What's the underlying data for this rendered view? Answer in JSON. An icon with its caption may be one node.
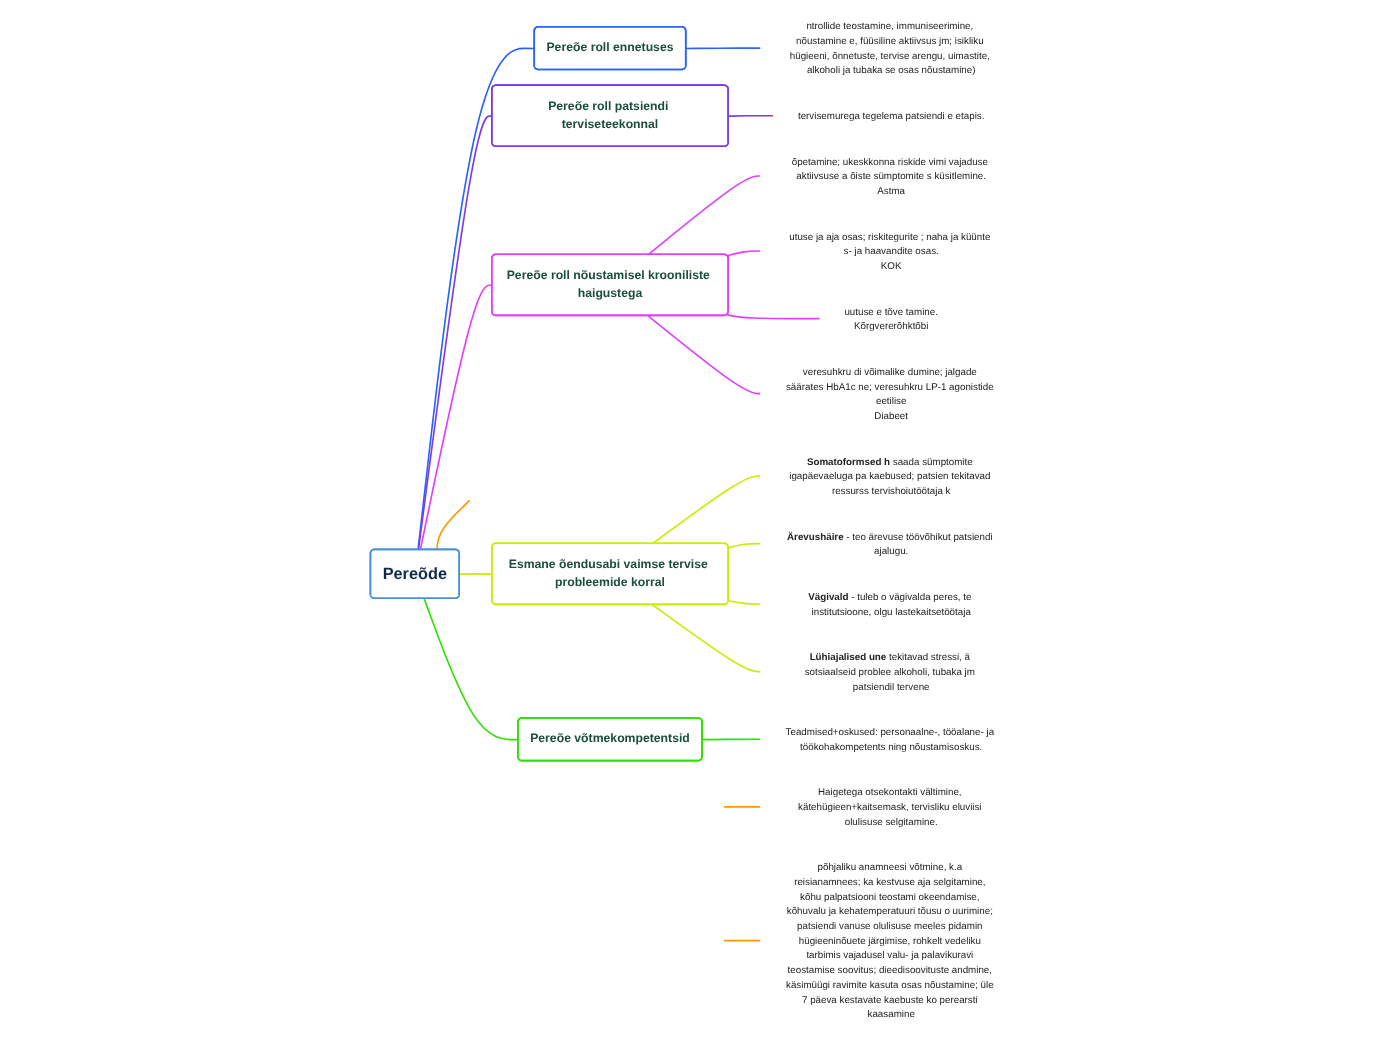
{
  "diagram": {
    "nodes": [
      {
        "text": [
          "Pereõde"
        ]
      },
      {
        "text": [
          "Pereõe roll ennetuses"
        ]
      },
      {
        "text": [
          "ntrollide teostamine, immuniseerimine, nõustamine e, füüsiline aktiivsus jm; isikliku hügieeni, õnnetuste, tervise arengu, uimastite, alkoholi ja tubaka se osas nõustamine)"
        ]
      },
      {
        "text": [
          "Pereõe roll patsiendi terviseteekonnal"
        ]
      },
      {
        "text": [
          "tervisemurega tegelema patsiendi e etapis."
        ]
      },
      {
        "text": [
          "Pereõe roll nõustamisel krooniliste haigustega"
        ]
      },
      {
        "text": [
          "õpetamine; ukeskkonna riskide vimi vajaduse aktiivsuse a õiste sümptomite s küsitlemine.",
          "Astma"
        ]
      },
      {
        "text": [
          "utuse ja aja osas; riskitegurite ; naha ja küünte s- ja haavandite osas.",
          "KOK"
        ]
      },
      {
        "text": [
          "uutuse e tõve tamine.",
          "Kõrgvererõhktõbi"
        ]
      },
      {
        "text": [
          "veresuhkru di võimalike dumine; jalgade säärates HbA1c ne; veresuhkru LP-1 agonistide eetilise",
          "Diabeet"
        ]
      },
      {
        "text": [
          "Esmane õendusabi vaimse tervise probleemide korral"
        ]
      },
      {
        "text": [
          "**Somatoformsed h** saada sümptomite igapäevaeluga pa kaebused; patsien tekitavad ressurss tervishoiutöötaja k"
        ]
      },
      {
        "text": [
          "**Ärevushäire** - teo ärevuse töövõhikut patsiendi ajalugu."
        ]
      },
      {
        "text": [
          "**Vägivald** - tuleb o vägivalda peres, te institutsioone, olgu lastekaitsetöötaja"
        ]
      },
      {
        "text": [
          "**Lühiajalised une** tekitavad stressi, ä sotsiaalseid problee alkoholi, tubaka jm patsiendil tervene"
        ]
      },
      {
        "text": [
          "Pereõe võtmekompetentsid"
        ]
      },
      {
        "text": [
          "Teadmised+oskused: personaalne-, tööalane- ja töökohakompetents ning nõustamisoskus."
        ]
      },
      {
        "text": [
          "Haigetega otsekontakti vältimine, kätehügieen+kaitsemask, tervisliku eluviisi olulisuse selgitamine."
        ]
      },
      {
        "text": [
          "põhjaliku anamneesi võtmine, k.a reisianamnees; ka kestvuse aja selgitamine, kõhu palpatsiooni teostami okeendamise, kõhuvalu ja kehatemperatuuri tõusu o uurimine; patsiendi vanuse olulisuse meeles pidamin hügieeninõuete järgimise, rohkelt vedeliku tarbimis vajadusel valu- ja palavikuravi teostamise soovitus; dieedisoovituste andmine, käsimüügi ravimite kasuta osas nõustamine; üle 7 päeva kestavate kaebuste ko perearsti kaasamine"
        ]
      }
    ],
    "edges": [
      {
        "from": 0,
        "to": 1,
        "arrow": "none",
        "color": "#2962ff"
      },
      {
        "from": 1,
        "to": 2,
        "arrow": "none",
        "color": "#2962ff"
      },
      {
        "from": 0,
        "to": 3,
        "arrow": "none",
        "color": "#7c3aed"
      },
      {
        "from": 3,
        "to": 4,
        "arrow": "none",
        "color": "#7c3aed"
      },
      {
        "from": 0,
        "to": 5,
        "arrow": "none",
        "color": "#e040fb"
      },
      {
        "from": 5,
        "to": 6,
        "arrow": "none",
        "color": "#e040fb"
      },
      {
        "from": 5,
        "to": 7,
        "arrow": "none",
        "color": "#e040fb"
      },
      {
        "from": 5,
        "to": 8,
        "arrow": "none",
        "color": "#e040fb"
      },
      {
        "from": 5,
        "to": 9,
        "arrow": "none",
        "color": "#e040fb"
      },
      {
        "from": 0,
        "to": 10,
        "arrow": "none",
        "color": "#c6ef00"
      },
      {
        "from": 10,
        "to": 11,
        "arrow": "none",
        "color": "#c6ef00"
      },
      {
        "from": 10,
        "to": 12,
        "arrow": "none",
        "color": "#c6ef00"
      },
      {
        "from": 10,
        "to": 13,
        "arrow": "none",
        "color": "#c6ef00"
      },
      {
        "from": 10,
        "to": 14,
        "arrow": "none",
        "color": "#c6ef00"
      },
      {
        "from": 0,
        "to": 15,
        "arrow": "none",
        "color": "#33dd00"
      },
      {
        "from": 15,
        "to": 16,
        "arrow": "none",
        "color": "#33dd00"
      },
      {
        "from": 0,
        "to": null,
        "arrow": "none",
        "color": "#ff9800"
      },
      {
        "from": null,
        "to": 17,
        "arrow": "none",
        "color": "#ff9800"
      },
      {
        "from": null,
        "to": 18,
        "arrow": "none",
        "color": "#ff9800"
      }
    ]
  }
}
